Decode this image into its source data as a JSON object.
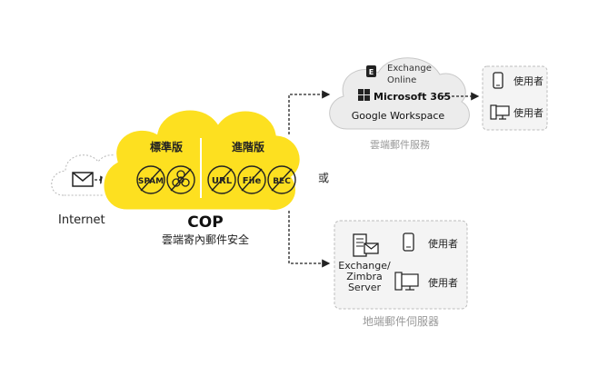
{
  "internet": {
    "label": "Internet",
    "icon": "envelope-icon"
  },
  "cop": {
    "title": "COP",
    "subtitle": "雲端寄內郵件安全",
    "standard": {
      "label": "標準版",
      "badges": [
        "SPAM",
        "biohazard"
      ]
    },
    "advanced": {
      "label": "進階版",
      "badges": [
        "URL",
        "File",
        "BEC"
      ]
    },
    "colors": {
      "cloud": "#fde020",
      "cloud_edge": "#ffffff"
    }
  },
  "or_label": "或",
  "cloud_service": {
    "exchange_online_line1": "Exchange",
    "exchange_online_line2": "Online",
    "microsoft": "Microsoft 365",
    "google": "Google Workspace",
    "caption": "雲端郵件服務"
  },
  "cloud_users": [
    {
      "label": "使用者",
      "icon": "phone-icon"
    },
    {
      "label": "使用者",
      "icon": "desktop-icon"
    }
  ],
  "onprem": {
    "server_line1": "Exchange/",
    "server_line2": "Zimbra",
    "server_line3": "Server",
    "caption": "地端郵件伺服器",
    "users": [
      {
        "label": "使用者",
        "icon": "phone-icon"
      },
      {
        "label": "使用者",
        "icon": "desktop-icon"
      }
    ]
  }
}
